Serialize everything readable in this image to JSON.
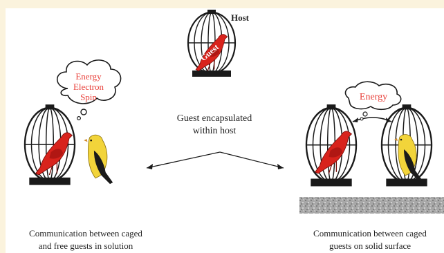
{
  "labels": {
    "host": "Host",
    "guest": "Guest",
    "center_caption_line1": "Guest encapsulated",
    "center_caption_line2": "within host",
    "left_bubble_line1": "Energy",
    "left_bubble_line2": "Electron",
    "left_bubble_line3": "Spin",
    "right_bubble": "Energy",
    "left_caption_line1": "Communication between caged",
    "left_caption_line2": "and free guests in solution",
    "right_caption_line1": "Communication between caged",
    "right_caption_line2": "guests on solid surface"
  },
  "colors": {
    "background": "#fbf3dd",
    "panel": "#ffffff",
    "bubble_text": "#e8403a",
    "cage": "#1a1a1a",
    "red_bird": "#d8231c",
    "yellow_bird": "#f2d43a",
    "surface": "#a7a7a7"
  },
  "icons": {
    "cage": "birdcage-icon",
    "guest_bird": "red-bird-icon",
    "free_bird": "yellow-bird-icon",
    "thought": "thought-bubble-icon",
    "arrow": "double-arrow-icon",
    "surface": "granite-surface-icon"
  }
}
